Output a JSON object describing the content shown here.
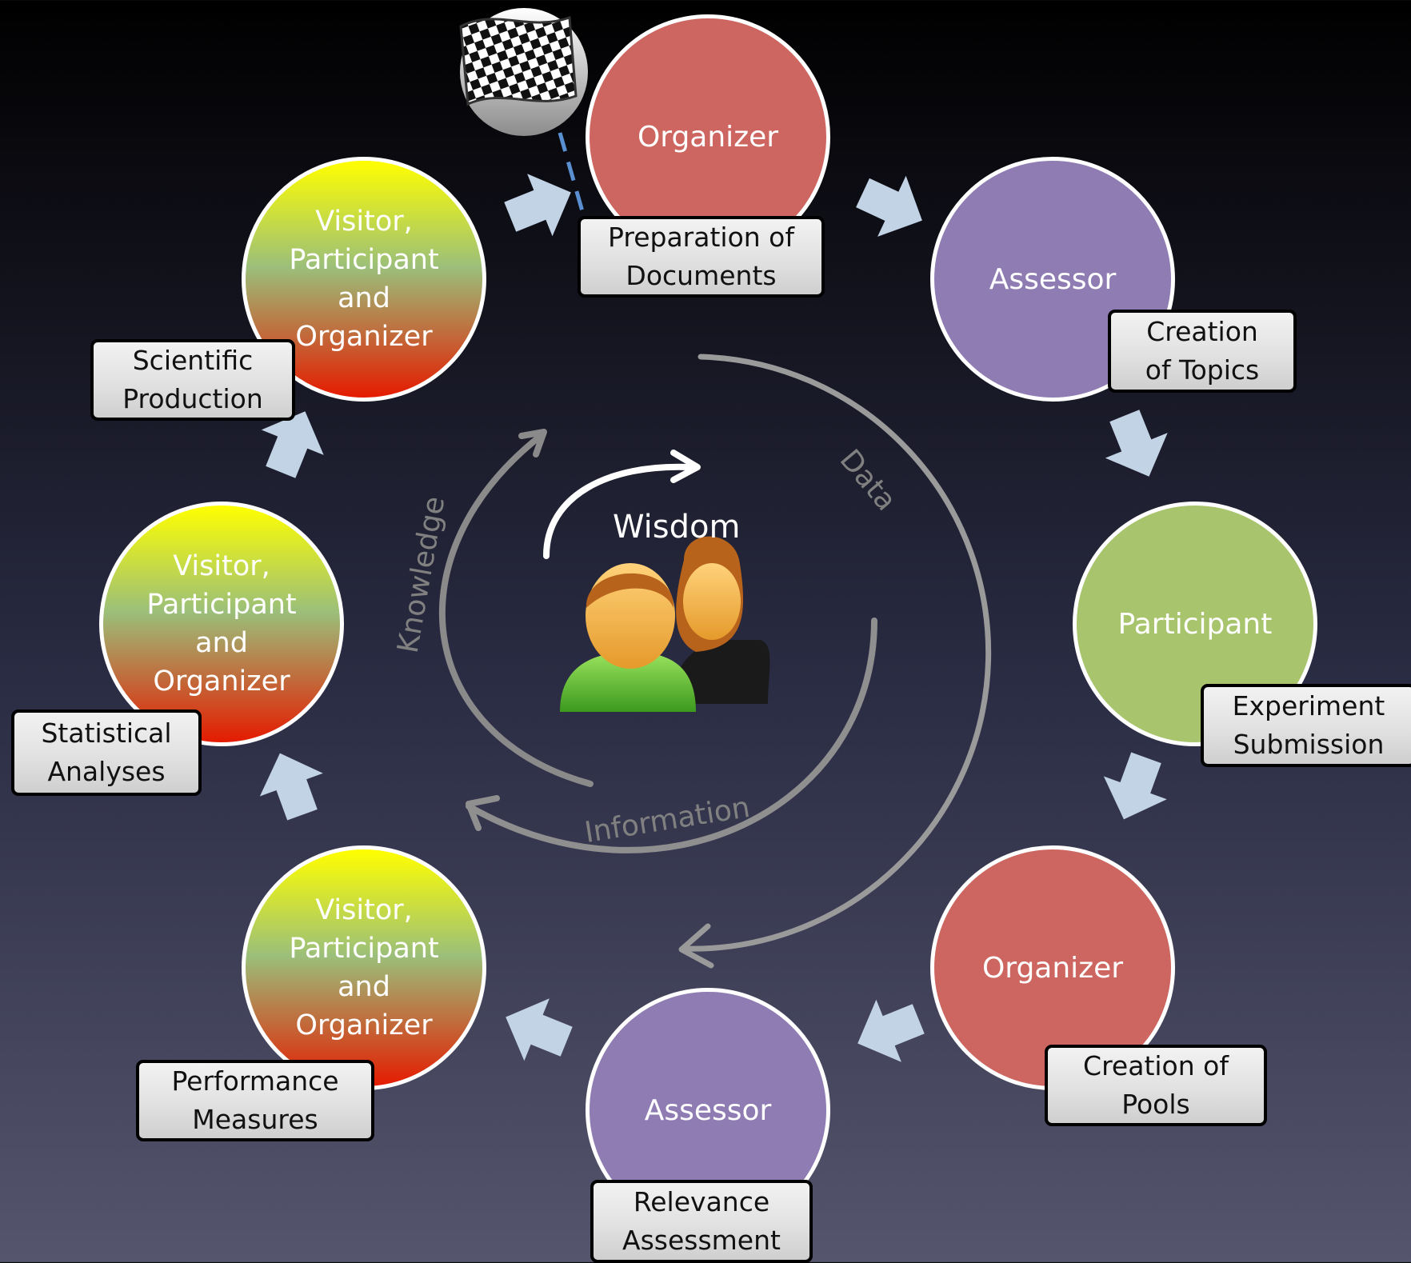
{
  "colors": {
    "organizer": "#cd6660",
    "assessor": "#8f7cb3",
    "participant": "#a8c46c",
    "mixed_top": "#ffff00",
    "mixed_mid": "#9bbf7a",
    "mixed_bottom": "#e51b00",
    "step_arrow": "#c3d3e6",
    "cycle_arrow": "#8a8a8a"
  },
  "nodes": [
    {
      "role": "Organizer",
      "kind": "organizer",
      "caption": "Preparation of\nDocuments"
    },
    {
      "role": "Assessor",
      "kind": "assessor",
      "caption": "Creation\nof Topics"
    },
    {
      "role": "Participant",
      "kind": "participant",
      "caption": "Experiment\nSubmission"
    },
    {
      "role": "Organizer",
      "kind": "organizer",
      "caption": "Creation of\nPools"
    },
    {
      "role": "Assessor",
      "kind": "assessor",
      "caption": "Relevance\nAssessment"
    },
    {
      "role": "Visitor,\nParticipant\nand\nOrganizer",
      "kind": "mixed",
      "caption": "Performance\nMeasures"
    },
    {
      "role": "Visitor,\nParticipant\nand\nOrganizer",
      "kind": "mixed",
      "caption": "Statistical\nAnalyses"
    },
    {
      "role": "Visitor,\nParticipant\nand\nOrganizer",
      "kind": "mixed",
      "caption": "Scientific\nProduction"
    }
  ],
  "cycle_labels": {
    "data": "Data",
    "information": "Information",
    "knowledge": "Knowledge",
    "wisdom": "Wisdom"
  },
  "icons": {
    "start": "checkered-flag-icon",
    "center": "users-icon"
  }
}
